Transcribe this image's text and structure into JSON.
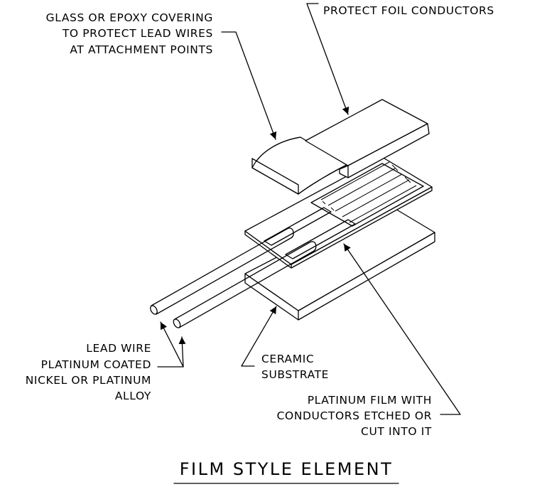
{
  "title": "FILM STYLE ELEMENT",
  "callouts": {
    "top_right": [
      "PROTECT FOIL CONDUCTORS"
    ],
    "glass_epoxy": [
      "GLASS OR EPOXY COVERING",
      "TO PROTECT LEAD WIRES",
      "AT ATTACHMENT POINTS"
    ],
    "lead_wire": [
      "LEAD WIRE",
      "PLATINUM COATED",
      "NICKEL OR PLATINUM",
      "ALLOY"
    ],
    "ceramic": [
      "CERAMIC",
      "SUBSTRATE"
    ],
    "platinum_film": [
      "PLATINUM FILM WITH",
      "CONDUCTORS ETCHED OR",
      "CUT INTO IT"
    ]
  }
}
